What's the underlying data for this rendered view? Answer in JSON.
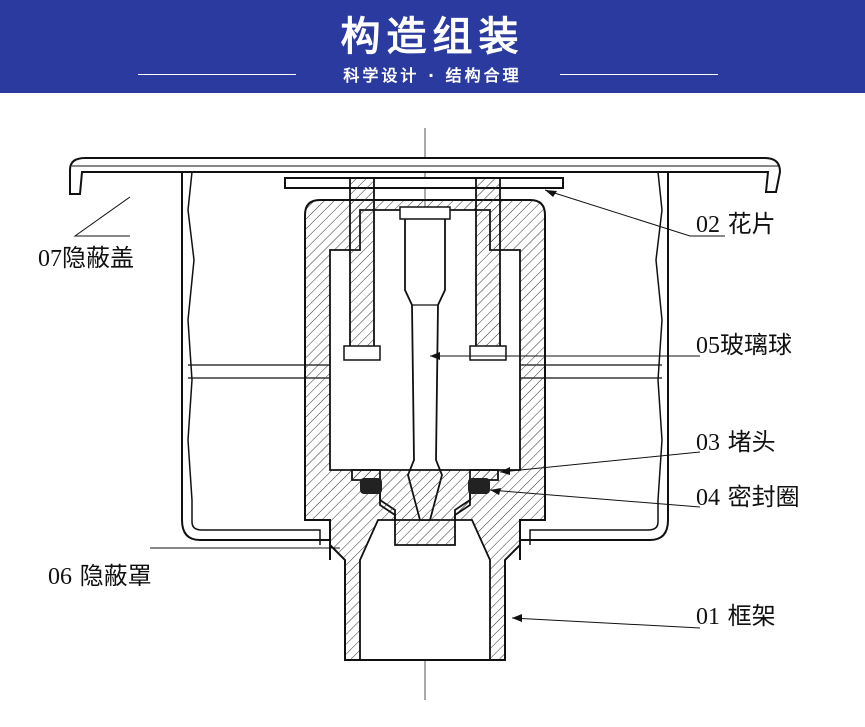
{
  "header": {
    "title": "构造组装",
    "subtitle": "科学设计 · 结构合理",
    "background": "#2b3a9e"
  },
  "parts": [
    {
      "code": "02",
      "name": "花片"
    },
    {
      "code": "07",
      "name": "隐蔽盖"
    },
    {
      "code": "05",
      "name": "玻璃球"
    },
    {
      "code": "03",
      "name": "堵头"
    },
    {
      "code": "04",
      "name": "密封圈"
    },
    {
      "code": "06",
      "name": "隐蔽罩"
    },
    {
      "code": "01",
      "name": "框架"
    }
  ]
}
